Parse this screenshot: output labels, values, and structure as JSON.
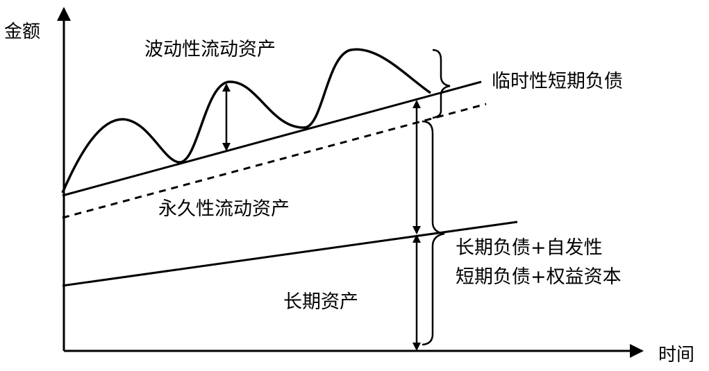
{
  "axes": {
    "y_label": "金额",
    "x_label": "时间"
  },
  "labels": {
    "fluctuating_current_assets": "波动性流动资产",
    "temporary_short_term_liabilities": "临时性短期负债",
    "permanent_current_assets": "永久性流动资产",
    "long_term_sources_line1": "长期负债+自发性",
    "long_term_sources_line2": "短期负债+权益资本",
    "long_term_assets": "长期资产"
  },
  "colors": {
    "ink": "#000000",
    "background": "#ffffff"
  }
}
